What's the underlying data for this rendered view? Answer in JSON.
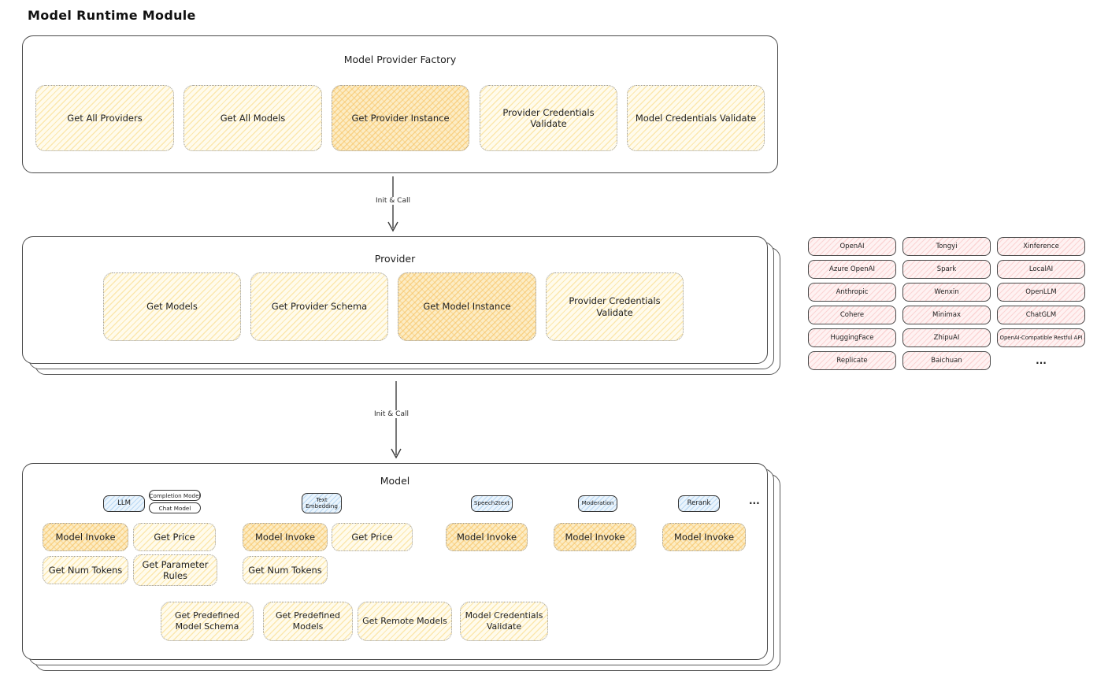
{
  "title": "Model Runtime Module",
  "colors": {
    "yellow_fill": "#fffbec",
    "highlight_fill": "#fcecc4",
    "pink_fill": "#fef2f2",
    "blue_fill": "#eaf4fc",
    "border": "#4a4a4a"
  },
  "factory": {
    "title": "Model Provider Factory",
    "boxes": [
      {
        "label": "Get All Providers",
        "highlight": false
      },
      {
        "label": "Get All Models",
        "highlight": false
      },
      {
        "label": "Get Provider Instance",
        "highlight": true
      },
      {
        "label": "Provider Credentials Validate",
        "highlight": false
      },
      {
        "label": "Model Credentials Validate",
        "highlight": false
      }
    ]
  },
  "arrows": {
    "top_label": "Init & Call",
    "bottom_label": "Init & Call"
  },
  "provider": {
    "title": "Provider",
    "boxes": [
      {
        "label": "Get Models",
        "highlight": false
      },
      {
        "label": "Get Provider Schema",
        "highlight": false
      },
      {
        "label": "Get Model Instance",
        "highlight": true
      },
      {
        "label": "Provider Credentials Validate",
        "highlight": false
      }
    ]
  },
  "provider_list": {
    "items": [
      "OpenAI",
      "Tongyi",
      "Xinference",
      "Azure OpenAI",
      "Spark",
      "LocalAI",
      "Anthropic",
      "Wenxin",
      "OpenLLM",
      "Cohere",
      "Minimax",
      "ChatGLM",
      "HuggingFace",
      "ZhipuAI",
      "OpenAI-Compatible Restful API",
      "Replicate",
      "Baichuan"
    ],
    "more": "..."
  },
  "model": {
    "title": "Model",
    "tags": {
      "llm": "LLM",
      "completion": "Completion Model",
      "chat": "Chat Model",
      "text_embedding": "Text Embedding",
      "speech2text": "Speech2text",
      "moderation": "Moderation",
      "rerank": "Rerank",
      "more": "..."
    },
    "functions": {
      "llm": [
        "Model Invoke",
        "Get Price",
        "Get Num Tokens",
        "Get Parameter Rules"
      ],
      "text_embedding": [
        "Model Invoke",
        "Get Price",
        "Get Num Tokens"
      ],
      "speech2text": [
        "Model Invoke"
      ],
      "moderation": [
        "Model Invoke"
      ],
      "rerank": [
        "Model Invoke"
      ],
      "common": [
        "Get Predefined Model Schema",
        "Get Predefined Models",
        "Get Remote Models",
        "Model Credentials Validate"
      ]
    }
  }
}
